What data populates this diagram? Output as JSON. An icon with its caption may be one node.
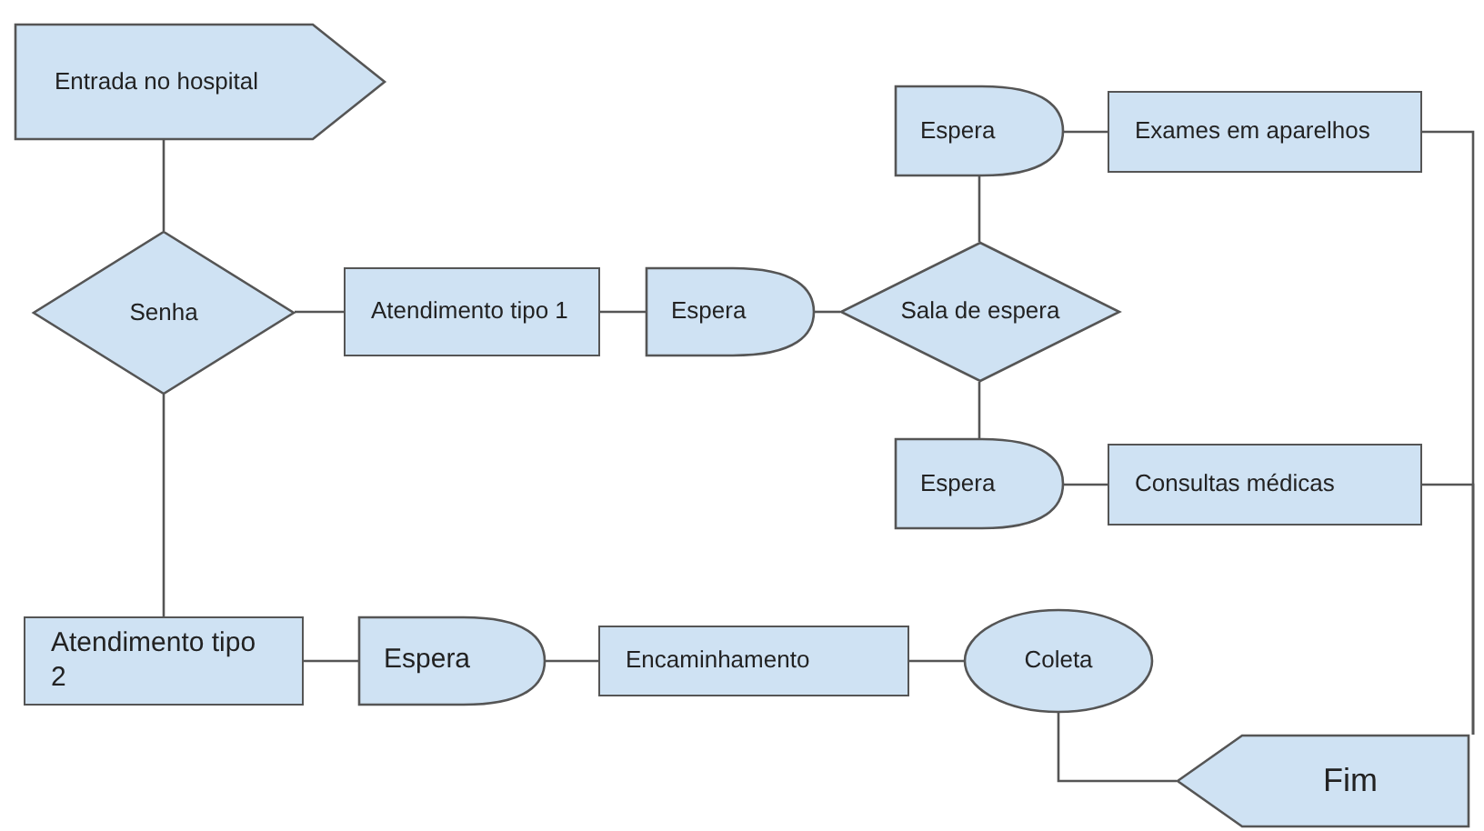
{
  "diagram": {
    "nodes": [
      {
        "text": [
          "Entrada no hospital"
        ]
      },
      {
        "text": [
          "Senha"
        ]
      },
      {
        "text": [
          "Atendimento tipo 1"
        ]
      },
      {
        "text": [
          "Espera"
        ]
      },
      {
        "text": [
          "Sala de espera"
        ]
      },
      {
        "text": [
          "Espera"
        ]
      },
      {
        "text": [
          "Exames em aparelhos"
        ]
      },
      {
        "text": [
          "Espera"
        ]
      },
      {
        "text": [
          "Consultas médicas"
        ]
      },
      {
        "text": [
          "Atendimento tipo 2"
        ]
      },
      {
        "text": [
          "Espera"
        ]
      },
      {
        "text": [
          "Encaminhamento"
        ]
      },
      {
        "text": [
          "Coleta"
        ]
      },
      {
        "text": [
          "Fim"
        ]
      }
    ],
    "edges": [
      {
        "from": 0,
        "to": 1,
        "arrow": "none"
      },
      {
        "from": 1,
        "to": 2,
        "arrow": "none"
      },
      {
        "from": 2,
        "to": 3,
        "arrow": "none"
      },
      {
        "from": 3,
        "to": 4,
        "arrow": "none"
      },
      {
        "from": 4,
        "to": 5,
        "arrow": "none"
      },
      {
        "from": 5,
        "to": 6,
        "arrow": "none"
      },
      {
        "from": 4,
        "to": 7,
        "arrow": "none"
      },
      {
        "from": 7,
        "to": 8,
        "arrow": "none"
      },
      {
        "from": 1,
        "to": 9,
        "arrow": "none"
      },
      {
        "from": 9,
        "to": 10,
        "arrow": "none"
      },
      {
        "from": 10,
        "to": 11,
        "arrow": "none"
      },
      {
        "from": 11,
        "to": 12,
        "arrow": "none"
      },
      {
        "from": 12,
        "to": 13,
        "arrow": "none"
      },
      {
        "from": 6,
        "to": 13,
        "arrow": "none"
      },
      {
        "from": 8,
        "to": 13,
        "arrow": "none"
      }
    ]
  }
}
